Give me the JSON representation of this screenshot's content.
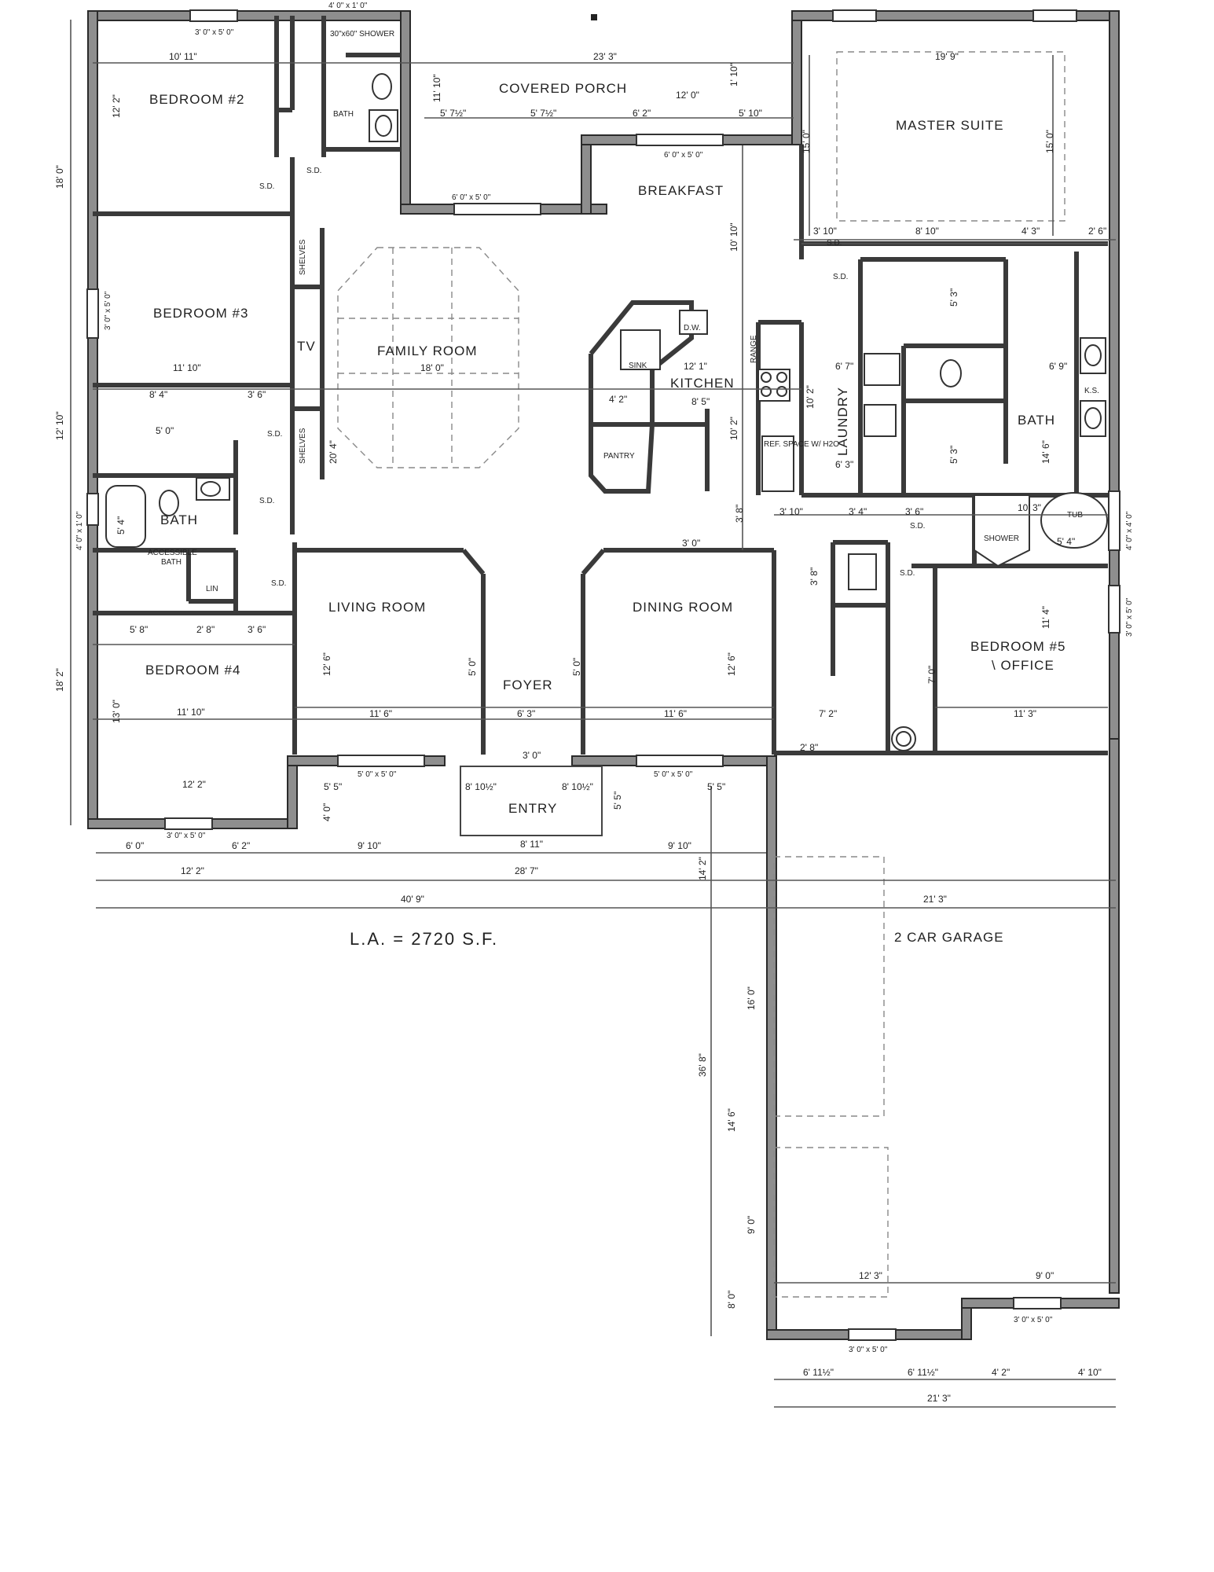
{
  "plan": {
    "living_area": "L.A. = 2720 S.F.",
    "rooms": {
      "bedroom2": "BEDROOM #2",
      "bedroom3": "BEDROOM #3",
      "bedroom4": "BEDROOM #4",
      "bedroom5": "BEDROOM #5",
      "office": "\\ OFFICE",
      "master": "MASTER SUITE",
      "porch": "COVERED PORCH",
      "breakfast": "BREAKFAST",
      "family": "FAMILY ROOM",
      "kitchen": "KITCHEN",
      "laundry": "LAUNDRY",
      "living": "LIVING ROOM",
      "dining": "DINING ROOM",
      "foyer": "FOYER",
      "entry": "ENTRY",
      "bath_left": "BATH",
      "bath_master": "BATH",
      "garage": "2 CAR GARAGE",
      "accessible": "ACCESSIBLE",
      "accessible_bath": "BATH",
      "tv": "TV",
      "shelves": "SHELVES",
      "pantry": "PANTRY",
      "shower": "SHOWER",
      "tub": "TUB",
      "lin": "LIN",
      "ks": "K.S.",
      "dw": "D.W.",
      "sink": "SINK",
      "range": "RANGE",
      "ref_space": "REF. SPACE W/ H2O",
      "bath_small": "BATH",
      "shower_small": "30\"x60\" SHOWER"
    },
    "smoke_detector": "S.D.",
    "dims": {
      "d_23_3": "23' 3\"",
      "d_10_11": "10' 11\"",
      "d_12_2a": "12' 2\"",
      "d_18_0": "18' 0\"",
      "d_12_10a": "12' 10\"",
      "d_18_2": "18' 2\"",
      "d_11_10a": "11' 10\"",
      "d_8_4a": "8' 4\"",
      "d_3_6a": "3' 6\"",
      "d_5_0": "5' 0\"",
      "d_5_8": "5' 8\"",
      "d_2_8a": "2' 8\"",
      "d_3_6b": "3' 6\"",
      "d_11_10b": "11' 10\"",
      "d_12_2b": "12' 2\"",
      "d_13_0": "13' 0\"",
      "d_6_0": "6' 0\"",
      "d_6_2a": "6' 2\"",
      "d_12_2c": "12' 2\"",
      "d_9_10a": "9' 10\"",
      "d_28_7": "28' 7\"",
      "d_9_10b": "9' 10\"",
      "d_40_9": "40' 9\"",
      "d_21_3a": "21' 3\"",
      "d_11_10c": "11' 10\"",
      "d_12_0": "12' 0\"",
      "d_5_7h_a": "5' 7½\"",
      "d_5_7h_b": "5' 7½\"",
      "d_6_2b": "6' 2\"",
      "d_5_10": "5' 10\"",
      "d_1_10": "1' 10\"",
      "d_10_10": "10' 10\"",
      "d_18_0b": "18' 0\"",
      "d_20_4": "20' 4\"",
      "d_12_1": "12' 1\"",
      "d_8_5": "8' 5\"",
      "d_4_2": "4' 2\"",
      "d_10_2a": "10' 2\"",
      "d_10_2b": "10' 2\"",
      "d_6_7": "6' 7\"",
      "d_6_3a": "6' 3\"",
      "d_19_9": "19' 9\"",
      "d_15_0a": "15' 0\"",
      "d_15_0b": "15' 0\"",
      "d_3_10a": "3' 10\"",
      "d_8_10": "8' 10\"",
      "d_4_3": "4' 3\"",
      "d_2_6": "2' 6\"",
      "d_5_3a": "5' 3\"",
      "d_5_3b": "5' 3\"",
      "d_14_6a": "14' 6\"",
      "d_6_9": "6' 9\"",
      "d_10_3": "10' 3\"",
      "d_5_4a": "5' 4\"",
      "d_5_4b": "5' 4\"",
      "d_3_10b": "3' 10\"",
      "d_3_4": "3' 4\"",
      "d_3_6c": "3' 6\"",
      "d_11_4": "11' 4\"",
      "d_11_3": "11' 3\"",
      "d_7_0": "7' 0\"",
      "d_7_2": "7' 2\"",
      "d_12_6a": "12' 6\"",
      "d_12_6b": "12' 6\"",
      "d_11_6a": "11' 6\"",
      "d_11_6b": "11' 6\"",
      "d_6_3b": "6' 3\"",
      "d_5_0b": "5' 0\"",
      "d_5_0c": "5' 0\"",
      "d_3_0a": "3' 0\"",
      "d_3_0b": "3' 0\"",
      "d_8_10h_a": "8' 10½\"",
      "d_8_10h_b": "8' 10½\"",
      "d_8_11": "8' 11\"",
      "d_5_5a": "5' 5\"",
      "d_5_5b": "5' 5\"",
      "d_5_5c": "5' 5\"",
      "d_4_0": "4' 0\"",
      "d_14_2": "14' 2\"",
      "d_16_0": "16' 0\"",
      "d_14_6b": "14' 6\"",
      "d_36_8": "36' 8\"",
      "d_9_0a": "9' 0\"",
      "d_8_0": "8' 0\"",
      "d_12_3": "12' 3\"",
      "d_9_0b": "9' 0\"",
      "d_6_11h_a": "6' 11½\"",
      "d_6_11h_b": "6' 11½\"",
      "d_4_2b": "4' 2\"",
      "d_4_10": "4' 10\"",
      "d_21_3b": "21' 3\"",
      "d_2_8b": "2' 8\"",
      "d_3_8": "3' 8\"",
      "d_3_8b": "3' 8\""
    },
    "windows": {
      "w_bed2_top": "3' 0\" x 5' 0\"",
      "w_top_mid": "4' 0\" x 1' 0\"",
      "w_porch_l": "6' 0\" x 5' 0\"",
      "w_porch_r": "6' 0\" x 5' 0\"",
      "w_bed3": "3' 0\" x 5' 0\"",
      "w_bath_l": "4' 0\" x 1' 0\"",
      "w_bed4": "3' 0\" x 5' 0\"",
      "w_living": "5' 0\" x 5' 0\"",
      "w_dining": "5' 0\" x 5' 0\"",
      "w_tub": "4' 0\" x 4' 0\"",
      "w_bed5": "3' 0\" x 5' 0\"",
      "w_gar1": "3' 0\" x 5' 0\"",
      "w_gar2": "3' 0\" x 5' 0\""
    }
  }
}
